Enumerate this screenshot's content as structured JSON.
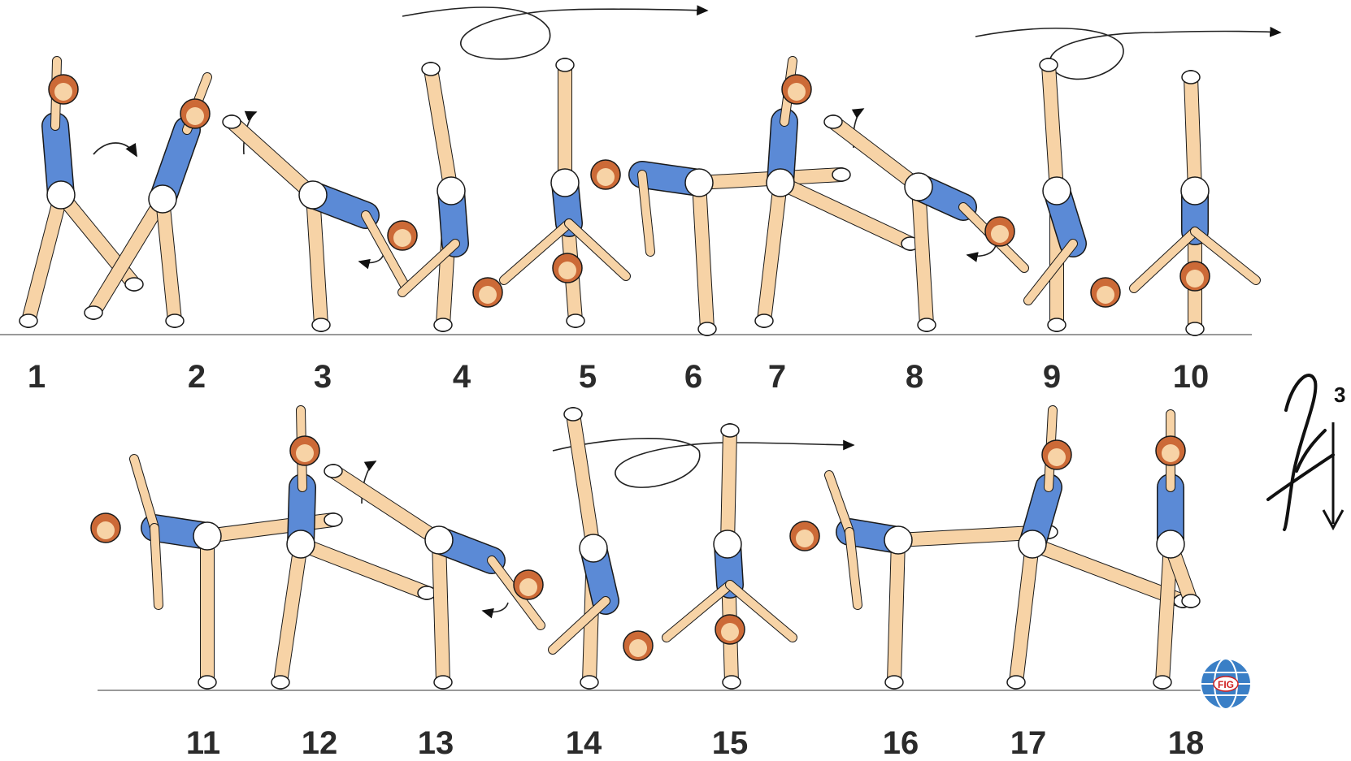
{
  "colors": {
    "skin": "#f7d3a6",
    "shirt": "#5b8ad6",
    "shorts": "#ffffff",
    "hair": "#cc6a37",
    "outline": "#1a1a1a",
    "floor": "#9a9a9a"
  },
  "figures": {
    "row1": [
      "1",
      "2",
      "3",
      "4",
      "5",
      "6",
      "7",
      "8",
      "9",
      "10"
    ],
    "row2": [
      "11",
      "12",
      "13",
      "14",
      "15",
      "16",
      "17",
      "18"
    ]
  },
  "symbol": {
    "superscript": "3",
    "icon": "difficulty-symbol-icon"
  },
  "logo": {
    "icon": "fig-globe-logo-icon",
    "text": "FIG"
  }
}
